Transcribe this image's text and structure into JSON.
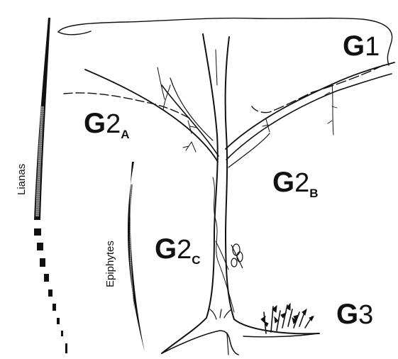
{
  "zones": [
    {
      "id": "g1",
      "letter": "G",
      "number": "1",
      "sub": ""
    },
    {
      "id": "g2a",
      "letter": "G",
      "number": "2",
      "sub": "A"
    },
    {
      "id": "g2b",
      "letter": "G",
      "number": "2",
      "sub": "B"
    },
    {
      "id": "g2c",
      "letter": "G",
      "number": "2",
      "sub": "C"
    },
    {
      "id": "g3",
      "letter": "G",
      "number": "3",
      "sub": ""
    }
  ],
  "side_labels": {
    "lianas": "Lianas",
    "epiphytes": "Epiphytes"
  },
  "colors": {
    "ink": "#111111",
    "background": "#ffffff",
    "stipple": "#9a9a9a"
  }
}
